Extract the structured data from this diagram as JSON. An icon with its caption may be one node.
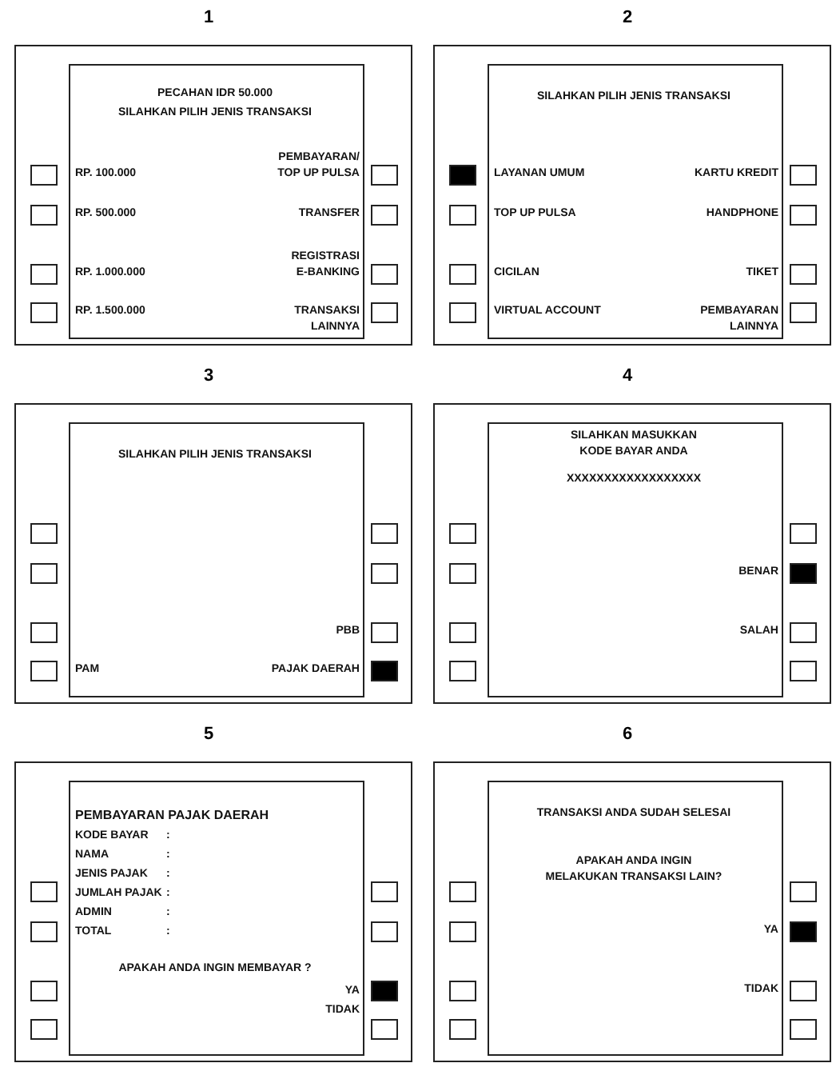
{
  "diagram": {
    "nodes": [
      {
        "text": [
          "1"
        ]
      },
      {
        "text": [
          "PECAHAN IDR 50.000",
          "SILAHKAN PILIH JENIS TRANSAKSI",
          "RP. 100.000",
          "PEMBAYARAN/ TOP UP PULSA",
          "RP. 500.000",
          "TRANSFER",
          "RP. 1.000.000",
          "REGISTRASI E-BANKING",
          "RP. 1.500.000",
          "TRANSAKSI LAINNYA"
        ],
        "in": 0
      },
      {
        "text": [],
        "shape": "box",
        "in": 0
      },
      {
        "text": [],
        "shape": "box",
        "in": 0
      },
      {
        "text": [],
        "shape": "box",
        "in": 0
      },
      {
        "text": [],
        "shape": "box",
        "in": 0
      },
      {
        "text": [],
        "shape": "box",
        "in": 0
      },
      {
        "text": [],
        "shape": "box",
        "in": 0
      },
      {
        "text": [],
        "shape": "box",
        "in": 0
      },
      {
        "text": [],
        "shape": "box",
        "in": 0
      },
      {
        "text": [
          "2"
        ]
      },
      {
        "text": [
          "SILAHKAN PILIH JENIS TRANSAKSI",
          "LAYANAN UMUM",
          "KARTU KREDIT",
          "TOP UP PULSA",
          "HANDPHONE",
          "CICILAN",
          "TIKET",
          "VIRTUAL ACCOUNT",
          "PEMBAYARAN LAINNYA"
        ],
        "in": 10
      },
      {
        "text": [],
        "shape": "box",
        "in": 10
      },
      {
        "text": [],
        "shape": "box",
        "in": 10
      },
      {
        "text": [],
        "shape": "box",
        "in": 10
      },
      {
        "text": [],
        "shape": "box",
        "in": 10
      },
      {
        "text": [],
        "shape": "box",
        "in": 10
      },
      {
        "text": [],
        "shape": "box",
        "in": 10
      },
      {
        "text": [],
        "shape": "box",
        "in": 10
      },
      {
        "text": [],
        "shape": "box",
        "in": 10
      },
      {
        "text": [
          "3"
        ]
      },
      {
        "text": [
          "SILAHKAN PILIH JENIS TRANSAKSI",
          "PBB",
          "PAM",
          "PAJAK DAERAH"
        ],
        "in": 20
      },
      {
        "text": [],
        "shape": "box",
        "in": 20
      },
      {
        "text": [],
        "shape": "box",
        "in": 20
      },
      {
        "text": [],
        "shape": "box",
        "in": 20
      },
      {
        "text": [],
        "shape": "box",
        "in": 20
      },
      {
        "text": [],
        "shape": "box",
        "in": 20
      },
      {
        "text": [],
        "shape": "box",
        "in": 20
      },
      {
        "text": [],
        "shape": "box",
        "in": 20
      },
      {
        "text": [],
        "shape": "box",
        "in": 20
      },
      {
        "text": [
          "4"
        ]
      },
      {
        "text": [
          "SILAHKAN MASUKKAN KODE BAYAR ANDA",
          "XXXXXXXXXXXXXXXXXX",
          "BENAR",
          "SALAH"
        ],
        "in": 30
      },
      {
        "text": [],
        "shape": "box",
        "in": 30
      },
      {
        "text": [],
        "shape": "box",
        "in": 30
      },
      {
        "text": [],
        "shape": "box",
        "in": 30
      },
      {
        "text": [],
        "shape": "box",
        "in": 30
      },
      {
        "text": [],
        "shape": "box",
        "in": 30
      },
      {
        "text": [],
        "shape": "box",
        "in": 30
      },
      {
        "text": [],
        "shape": "box",
        "in": 30
      },
      {
        "text": [],
        "shape": "box",
        "in": 30
      },
      {
        "text": [
          "5"
        ]
      },
      {
        "text": [
          "PEMBAYARAN PAJAK DAERAH",
          "KODE BAYAR",
          ":",
          "NAMA",
          ":",
          "JENIS PAJAK",
          ":",
          "JUMLAH PAJAK",
          ":",
          "ADMIN",
          ":",
          "TOTAL",
          ":",
          "APAKAH ANDA INGIN MEMBAYAR ?",
          "YA",
          "TIDAK"
        ],
        "in": 40
      },
      {
        "text": [],
        "shape": "box",
        "in": 40
      },
      {
        "text": [],
        "shape": "box",
        "in": 40
      },
      {
        "text": [],
        "shape": "box",
        "in": 40
      },
      {
        "text": [],
        "shape": "box",
        "in": 40
      },
      {
        "text": [],
        "shape": "box",
        "in": 40
      },
      {
        "text": [],
        "shape": "box",
        "in": 40
      },
      {
        "text": [],
        "shape": "box",
        "in": 40
      },
      {
        "text": [],
        "shape": "box",
        "in": 40
      },
      {
        "text": [
          "6"
        ]
      },
      {
        "text": [
          "TRANSAKSI ANDA SUDAH SELESAI",
          "APAKAH ANDA INGIN MELAKUKAN TRANSAKSI LAIN?",
          "YA",
          "TIDAK"
        ],
        "in": 50
      },
      {
        "text": [],
        "shape": "box",
        "in": 50
      },
      {
        "text": [],
        "shape": "box",
        "in": 50
      },
      {
        "text": [],
        "shape": "box",
        "in": 50
      },
      {
        "text": [],
        "shape": "box",
        "in": 50
      },
      {
        "text": [],
        "shape": "box",
        "in": 50
      },
      {
        "text": [],
        "shape": "box",
        "in": 50
      },
      {
        "text": [],
        "shape": "box",
        "in": 50
      },
      {
        "text": [],
        "shape": "box",
        "in": 50
      }
    ]
  }
}
